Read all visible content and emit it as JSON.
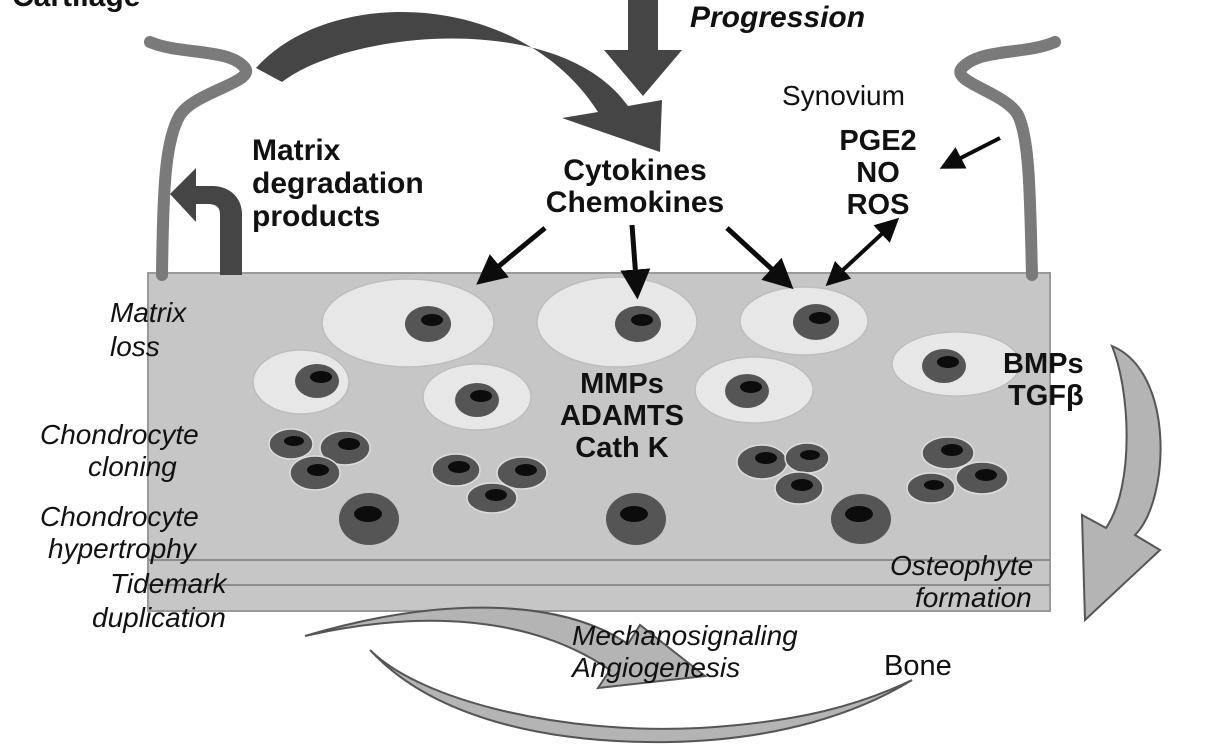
{
  "colors": {
    "background": "#ffffff",
    "cartilage": "#c6c6c6",
    "halo": "#e7e7e7",
    "cell_body": "#555555",
    "nucleus": "#0c0c0c",
    "dark_arrow": "#454545",
    "light_arrow": "#b4b4b4",
    "synovium": "#7a7a7a",
    "text": "#111111"
  },
  "labels": {
    "cartilage_partial": "Cartilage",
    "progression": "Progression",
    "synovium": "Synovium",
    "mediators": [
      "PGE2",
      "NO",
      "ROS"
    ],
    "cytokines": [
      "Cytokines",
      "Chemokines"
    ],
    "matrix_degradation": [
      "Matrix",
      "degradation",
      "products"
    ],
    "matrix_loss": [
      "Matrix",
      "loss"
    ],
    "enzymes": [
      "MMPs",
      "ADAMTS",
      "Cath K"
    ],
    "growth_factors": [
      "BMPs",
      "TGFβ"
    ],
    "chondrocyte_cloning": [
      "Chondrocyte",
      "cloning"
    ],
    "chondrocyte_hypertrophy": [
      "Chondrocyte",
      "hypertrophy"
    ],
    "tidemark_duplication": [
      "Tidemark",
      "duplication"
    ],
    "osteophyte_formation": [
      "Osteophyte",
      "formation"
    ],
    "mechanosignaling": [
      "Mechanosignaling",
      "Angiogenesis"
    ],
    "bone": "Bone"
  }
}
